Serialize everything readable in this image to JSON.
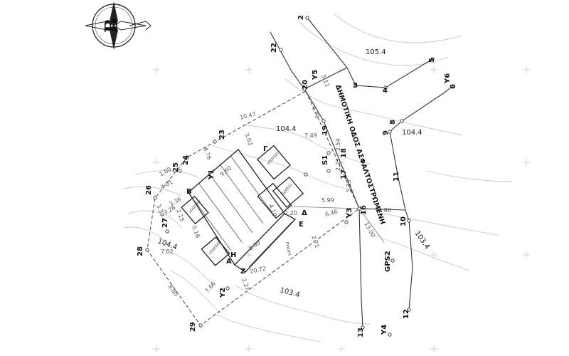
{
  "road_label": "ΔΗΜΟΤΙΚΗ ΟΔΟΣ ΑΣΦΑΛΤΟΣΤΡΩΜΕΝΗ",
  "compass_letter": "B",
  "building_annotations": [
    "ΥΠΟΓΕΙΟ",
    "ΙΣΟΓΕΙΟ",
    "ΥΠΟΓΕΙΟ",
    "ΥΠΟΓΕΙΟ",
    "ΠΙΛΟΤΗ"
  ],
  "points": {
    "p2": "2",
    "p3": "3",
    "p4": "4",
    "p5": "5",
    "p6": "6",
    "p8": "8",
    "p9": "9",
    "p10": "10",
    "p11": "11",
    "p12": "12",
    "p13": "13",
    "p16": "16",
    "p17": "17",
    "p18": "18",
    "p19": "19",
    "p20": "20",
    "p22": "22",
    "p23": "23",
    "p24": "24",
    "p25": "25",
    "p26": "26",
    "p27": "27",
    "p28": "28",
    "p29": "29",
    "y1": "Y1",
    "y2": "Y2",
    "y3": "Y3",
    "y4": "Y4",
    "y5": "Y5",
    "y6": "Y6",
    "s1": "S1",
    "gps2": "GPS2",
    "gamma": "Γ",
    "beta": "B",
    "alpha": "A",
    "eta": "H",
    "zeta": "Z",
    "delta": "Δ",
    "epsilon": "E"
  },
  "elevations": {
    "e1": "105.4",
    "e2": "104.4",
    "e3": "104.4",
    "e4": "104.4",
    "e5": "103.4",
    "e6": "103.4"
  },
  "dimensions": {
    "d1": "5.11",
    "d2": "10.47",
    "d3": "4.76",
    "d4": "4.79",
    "d5": "7.49",
    "d6": "3.03",
    "d7": "9.60",
    "d8": "1.00",
    "d9": "4.01",
    "d10": "3.36",
    "d11": "3.26",
    "d12": "3.39",
    "d13": "2.15",
    "d14": "7.02",
    "d15": "0.16",
    "d16": "9.80",
    "d17": "7.66",
    "d18": "2.27",
    "d19": "20.72",
    "d20": "8.60",
    "d21": "2.71",
    "d22": "6.46",
    "d23": "5.99",
    "d24": "5.25",
    "d25": "4.86",
    "d26": "13.00",
    "d27": "2.54",
    "d28": "2.23",
    "d29": "2.20",
    "d30": "4.10"
  }
}
